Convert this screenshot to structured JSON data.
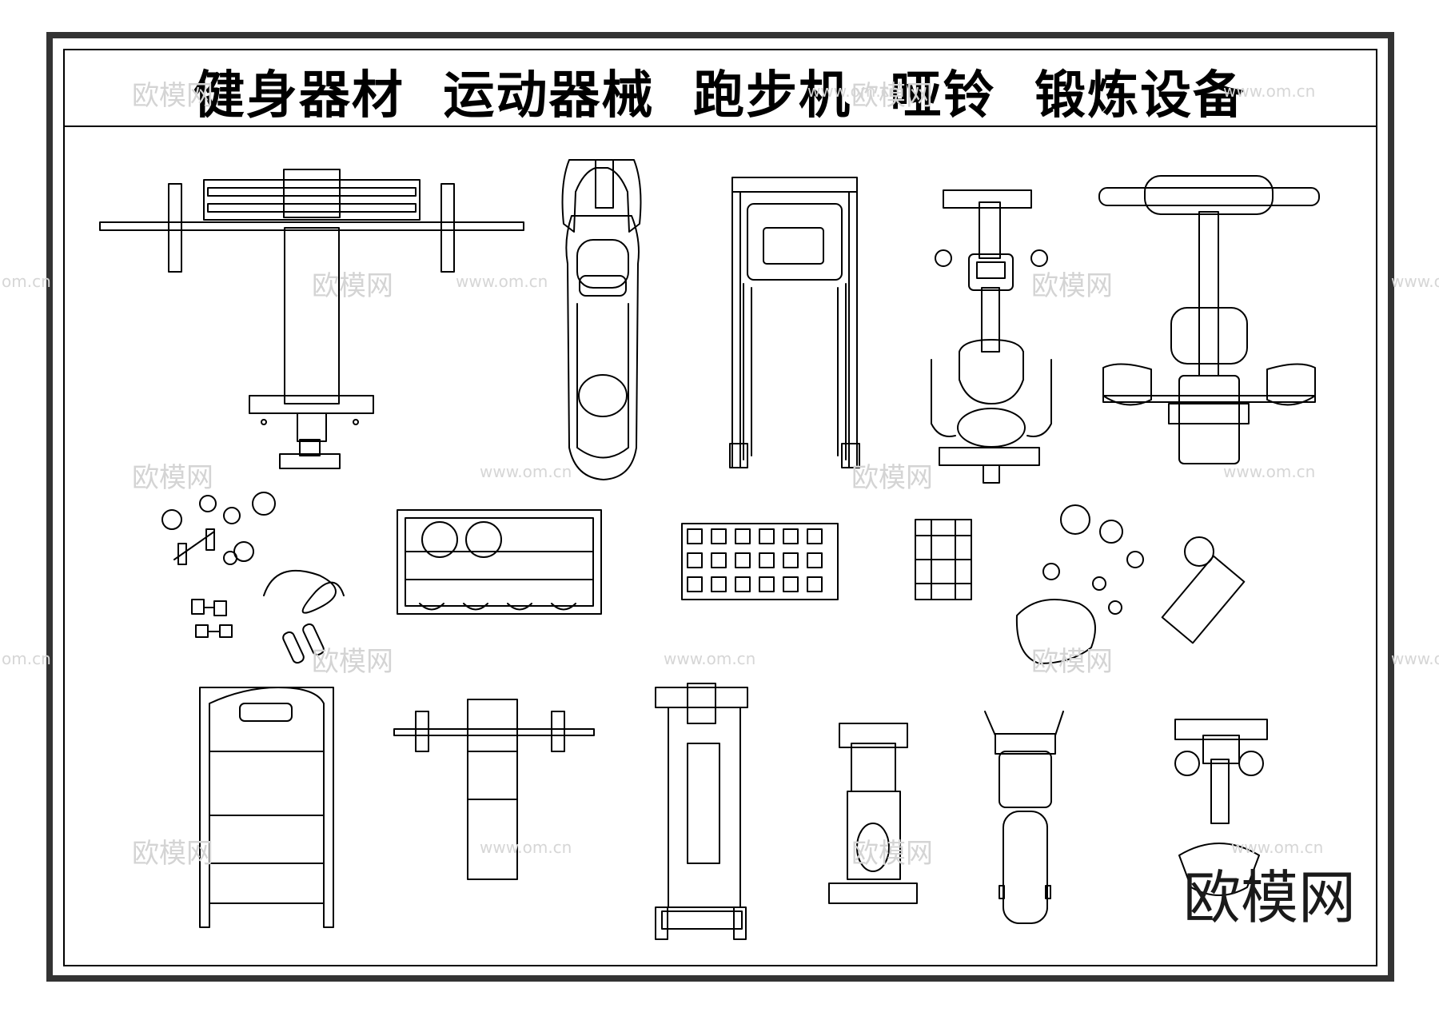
{
  "title": "健身器材  运动器械  跑步机  哑铃  锻炼设备",
  "watermark": {
    "brand": "欧模网",
    "site": "www.om.cn",
    "site_partial": "om.cn"
  },
  "equipment": [
    "weight-bench-with-barbell",
    "rowing-machine",
    "treadmill",
    "exercise-bike",
    "lat-pulldown-machine",
    "dumbbells-and-jump-rope",
    "ball-rack",
    "dumbbell-rack",
    "small-weight-rack",
    "kettlebells-and-yoga-mat",
    "step-ladder-machine",
    "flat-bench-with-barbell",
    "elliptical-trainer",
    "spin-bike",
    "ab-trainer",
    "recumbent-bike"
  ],
  "colors": {
    "line": "#000000",
    "frame": "#333333",
    "watermark": "#d4d4d4",
    "background": "#ffffff"
  }
}
